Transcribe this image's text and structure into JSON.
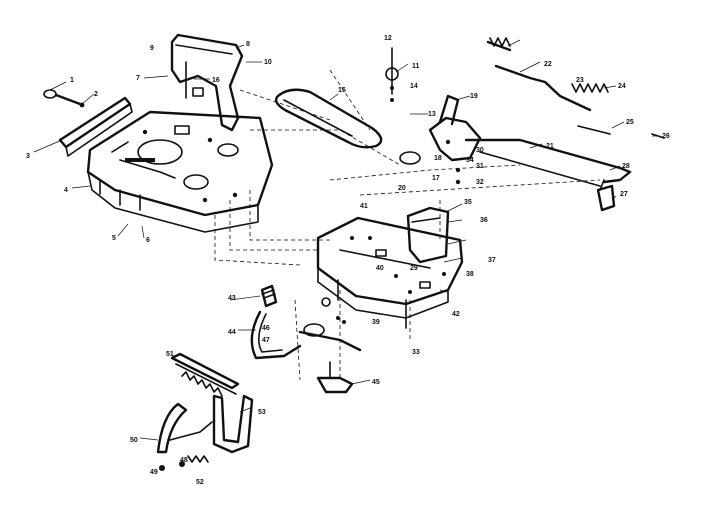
{
  "callouts": [
    {
      "id": "c1",
      "text": "1"
    },
    {
      "id": "c2",
      "text": "2"
    },
    {
      "id": "c3",
      "text": "3"
    },
    {
      "id": "c4",
      "text": "4"
    },
    {
      "id": "c5",
      "text": "5"
    },
    {
      "id": "c6",
      "text": "6"
    },
    {
      "id": "c7",
      "text": "7"
    },
    {
      "id": "c8",
      "text": "8"
    },
    {
      "id": "c9",
      "text": "9"
    },
    {
      "id": "c10",
      "text": "10"
    },
    {
      "id": "c11",
      "text": "11"
    },
    {
      "id": "c12",
      "text": "12"
    },
    {
      "id": "c13",
      "text": "13"
    },
    {
      "id": "c14",
      "text": "14"
    },
    {
      "id": "c15",
      "text": "15"
    },
    {
      "id": "c16",
      "text": "16"
    },
    {
      "id": "c17",
      "text": "17"
    },
    {
      "id": "c18",
      "text": "18"
    },
    {
      "id": "c19",
      "text": "19"
    },
    {
      "id": "c20",
      "text": "20"
    },
    {
      "id": "c21",
      "text": "21"
    },
    {
      "id": "c22",
      "text": "22"
    },
    {
      "id": "c23",
      "text": "23"
    },
    {
      "id": "c24",
      "text": "24"
    },
    {
      "id": "c25",
      "text": "25"
    },
    {
      "id": "c26",
      "text": "26"
    },
    {
      "id": "c27",
      "text": "27"
    },
    {
      "id": "c28",
      "text": "28"
    },
    {
      "id": "c29",
      "text": "29"
    },
    {
      "id": "c30",
      "text": "30"
    },
    {
      "id": "c31",
      "text": "31"
    },
    {
      "id": "c32",
      "text": "32"
    },
    {
      "id": "c33",
      "text": "33"
    },
    {
      "id": "c34",
      "text": "34"
    },
    {
      "id": "c35",
      "text": "35"
    },
    {
      "id": "c36",
      "text": "36"
    },
    {
      "id": "c37",
      "text": "37"
    },
    {
      "id": "c38",
      "text": "38"
    },
    {
      "id": "c39",
      "text": "39"
    },
    {
      "id": "c40",
      "text": "40"
    },
    {
      "id": "c41",
      "text": "41"
    },
    {
      "id": "c42",
      "text": "42"
    },
    {
      "id": "c43",
      "text": "43"
    },
    {
      "id": "c44",
      "text": "44"
    },
    {
      "id": "c45",
      "text": "45"
    },
    {
      "id": "c46",
      "text": "46"
    },
    {
      "id": "c47",
      "text": "47"
    },
    {
      "id": "c48",
      "text": "48"
    },
    {
      "id": "c49",
      "text": "49"
    },
    {
      "id": "c50",
      "text": "50"
    },
    {
      "id": "c51",
      "text": "51"
    },
    {
      "id": "c52",
      "text": "52"
    },
    {
      "id": "c53",
      "text": "53"
    }
  ],
  "colors": {
    "ink": "#111111",
    "paper": "#ffffff"
  }
}
